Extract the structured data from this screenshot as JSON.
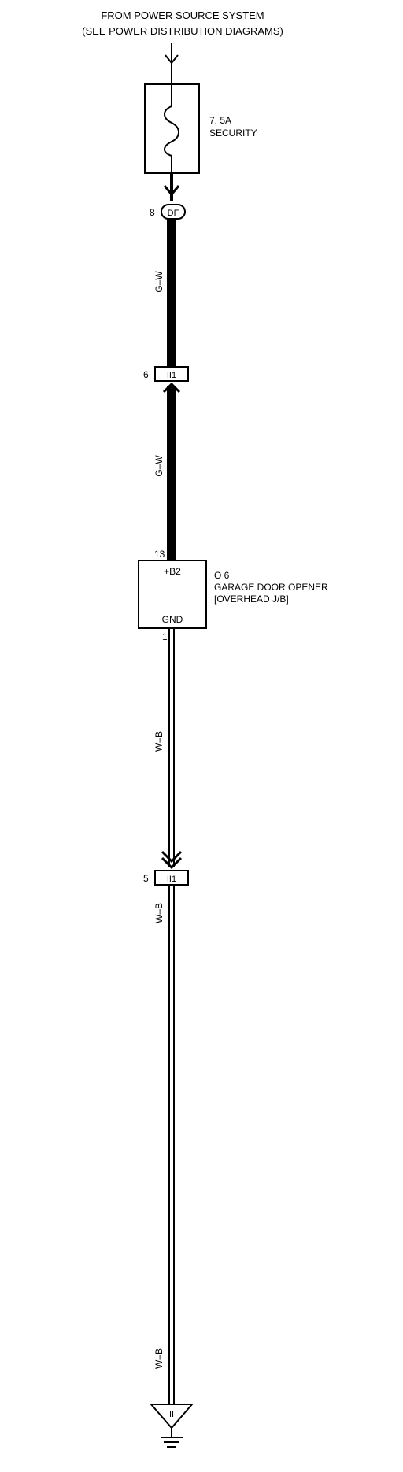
{
  "header": {
    "line1": "FROM POWER SOURCE SYSTEM",
    "line2": "(SEE POWER DISTRIBUTION DIAGRAMS)"
  },
  "fuse": {
    "rating": "7. 5A",
    "name": "SECURITY"
  },
  "connector_df": {
    "pin": "8",
    "label": "DF"
  },
  "wire_upper": {
    "color_code": "G–W"
  },
  "connector_ii1_top": {
    "pin": "6",
    "label": "II1"
  },
  "wire_middle": {
    "color_code": "G–W"
  },
  "component": {
    "pin_in": "13",
    "terminal_in": "+B2",
    "terminal_gnd": "GND",
    "pin_gnd": "1",
    "id": "O 6",
    "name": "GARAGE DOOR OPENER",
    "location": "[OVERHEAD J/B]"
  },
  "wire_lower": {
    "color_code": "W–B"
  },
  "connector_ii1_bottom": {
    "pin": "5",
    "label": "II1"
  },
  "wire_below_connector": {
    "color_code": "W–B"
  },
  "wire_ground": {
    "color_code": "W–B"
  },
  "ground_point": {
    "label": "II"
  }
}
